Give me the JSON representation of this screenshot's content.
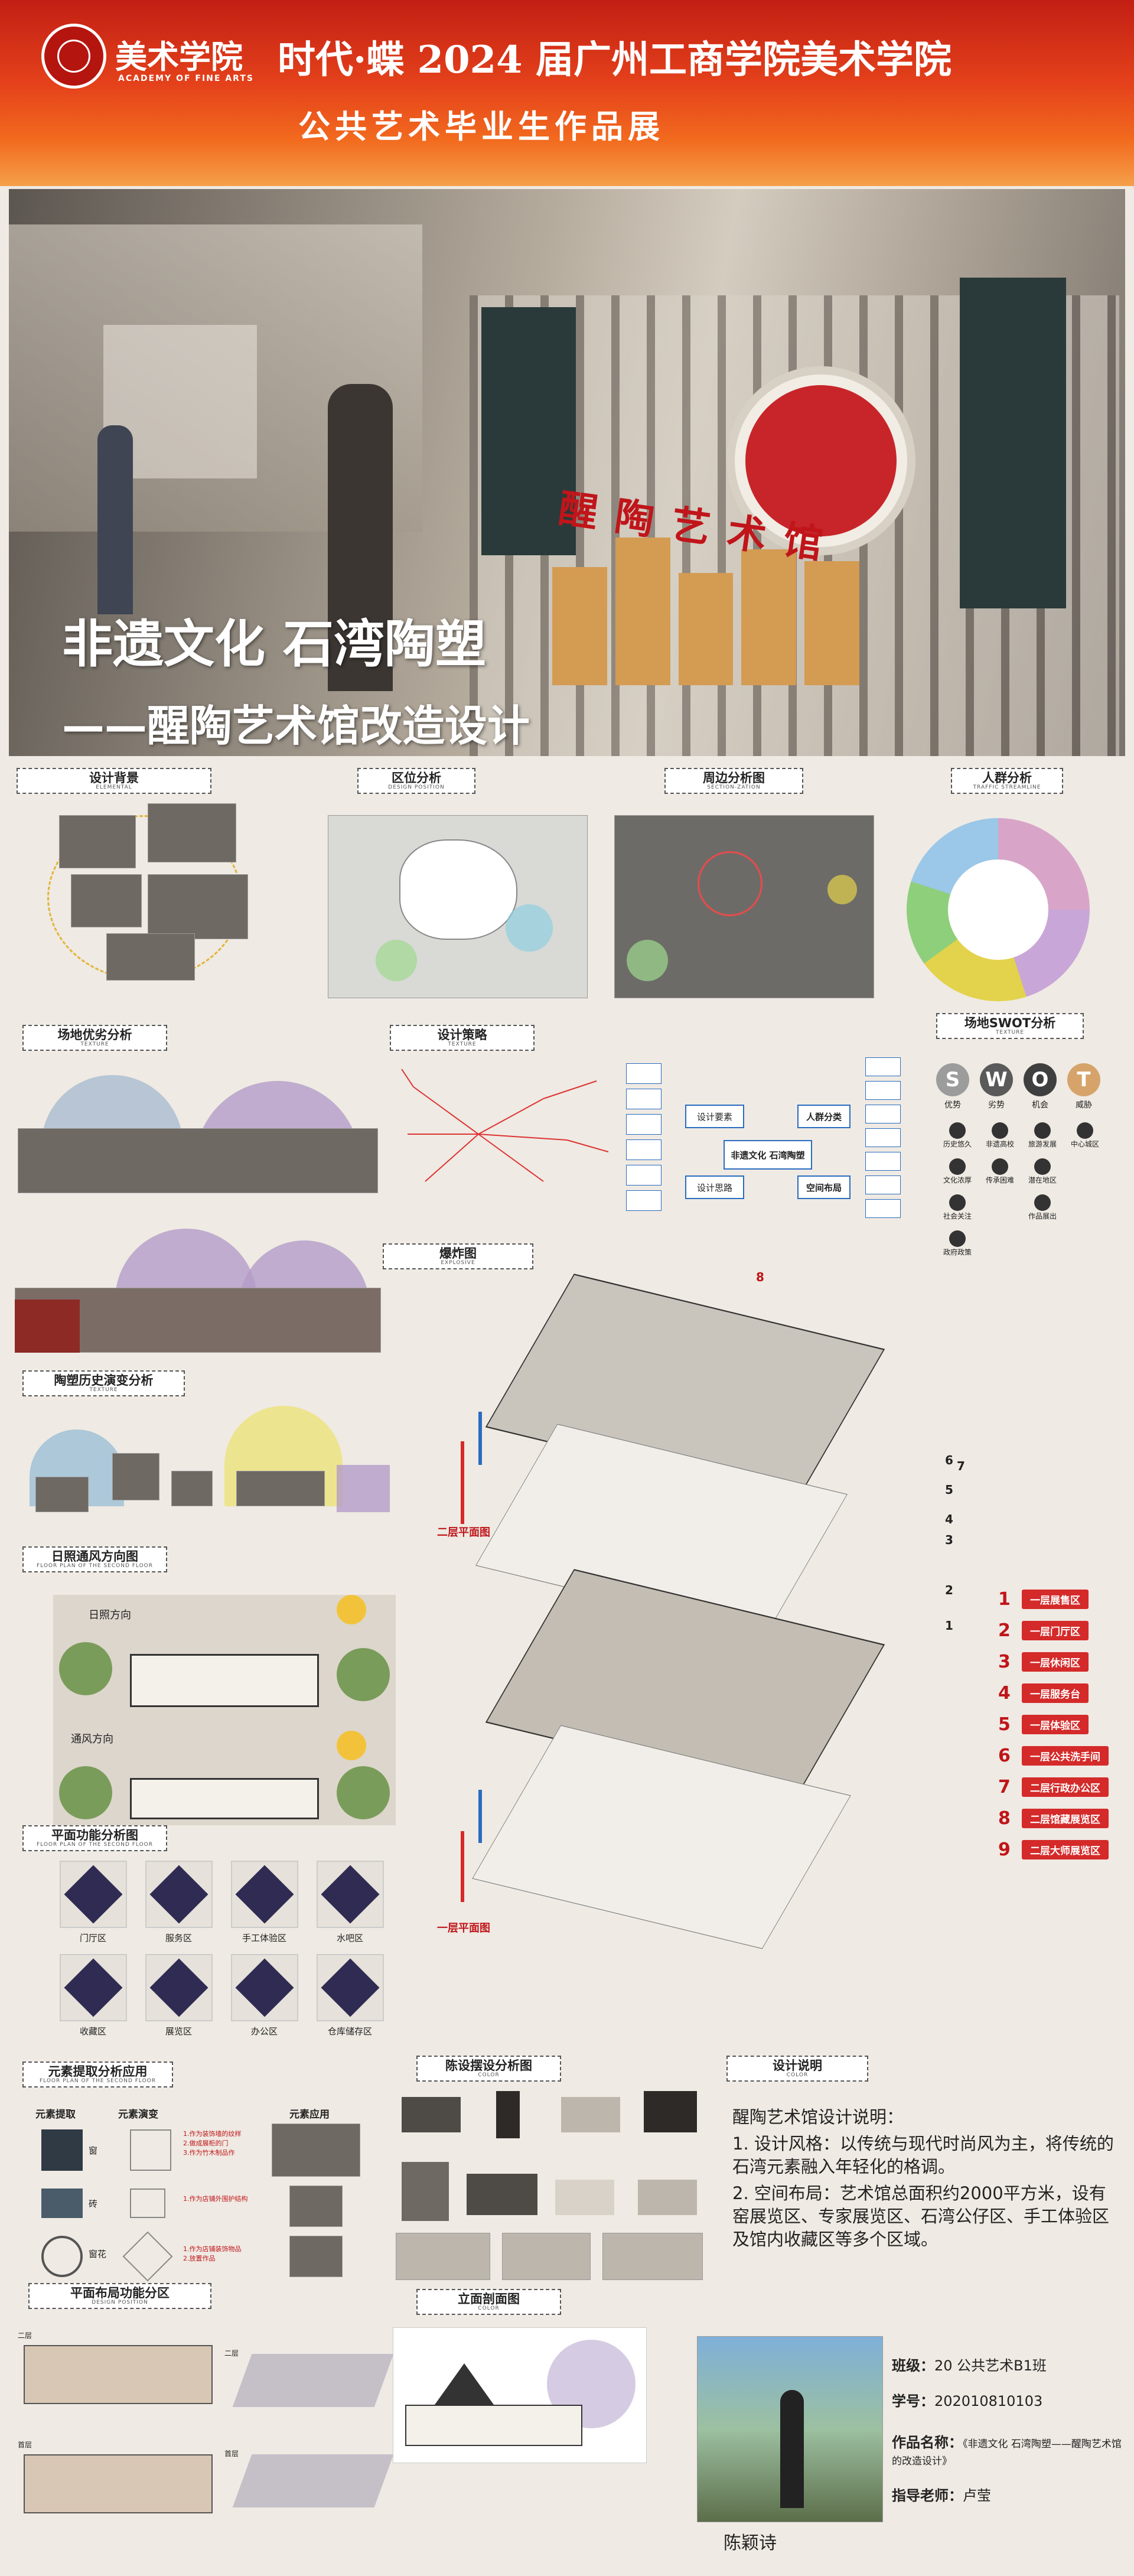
{
  "header": {
    "college_name": "美术学院",
    "college_name_en": "ACADEMY OF FINE ARTS",
    "line1": "时代·蝶 2024 届广州工商学院美术学院",
    "line2": "公共艺术毕业生作品展"
  },
  "hero": {
    "title": "非遗文化 石湾陶塑",
    "subtitle": "——醒陶艺术馆改造设计",
    "sign_text": "醒陶艺术馆"
  },
  "sections": {
    "background": {
      "zh": "设计背景",
      "en": "ELEMENTAL"
    },
    "location": {
      "zh": "区位分析",
      "en": "DESIGN POSITION"
    },
    "surround": {
      "zh": "周边分析图",
      "en": "SECTION-ZATION"
    },
    "crowd": {
      "zh": "人群分析",
      "en": "TRAFFIC STREAMLINE"
    },
    "site": {
      "zh": "场地优劣分析",
      "en": "TEXTURE"
    },
    "strategy": {
      "zh": "设计策略",
      "en": "TEXTURE"
    },
    "swot": {
      "zh": "场地SWOT分析",
      "en": "TEXTURE"
    },
    "explode": {
      "zh": "爆炸图",
      "en": "EXPLOSIVE"
    },
    "history": {
      "zh": "陶塑历史演变分析",
      "en": "TEXTURE"
    },
    "sun": {
      "zh": "日照通风方向图",
      "en": "FLOOR PLAN OF THE SECOND FLOOR"
    },
    "plan_func": {
      "zh": "平面功能分析图",
      "en": "FLOOR PLAN OF THE SECOND FLOOR"
    },
    "elements": {
      "zh": "元素提取分析应用",
      "en": "FLOOR PLAN OF THE SECOND FLOOR"
    },
    "display": {
      "zh": "陈设摆设分析图",
      "en": "COLOR"
    },
    "design_desc": {
      "zh": "设计说明",
      "en": "COLOR"
    },
    "layout": {
      "zh": "平面布局功能分区",
      "en": "DESIGN POSITION"
    },
    "elevation": {
      "zh": "立面剖面图",
      "en": "COLOR"
    }
  },
  "sun": {
    "sunlight": "日照方向",
    "wind": "通风方向"
  },
  "strategy_center": "非遗文化 石湾陶塑",
  "strategy_nodes": [
    "设计要素",
    "设计思路",
    "人群分类",
    "空间布局"
  ],
  "swot": {
    "letters": [
      "S",
      "W",
      "O",
      "T"
    ],
    "labels": [
      "优势",
      "劣势",
      "机会",
      "威胁"
    ],
    "colors": [
      "#9c9c9c",
      "#5a5a5a",
      "#3f3f3f",
      "#d6a46a"
    ],
    "items": [
      "历史悠久",
      "非遗高校",
      "旅游发展",
      "中心城区",
      "文化浓厚",
      "传承困难",
      "潜在地区",
      "社会关注",
      "作品展出",
      "政府政策"
    ]
  },
  "explode": {
    "floor2": "二层平面图",
    "floor1": "一层平面图",
    "nums": [
      "8",
      "7",
      "6",
      "5",
      "4",
      "3",
      "2",
      "1"
    ]
  },
  "legend": [
    {
      "n": "1",
      "label": "一层展售区"
    },
    {
      "n": "2",
      "label": "一层门厅区"
    },
    {
      "n": "3",
      "label": "一层休闲区"
    },
    {
      "n": "4",
      "label": "一层服务台"
    },
    {
      "n": "5",
      "label": "一层体验区"
    },
    {
      "n": "6",
      "label": "一层公共洗手间"
    },
    {
      "n": "7",
      "label": "二层行政办公区"
    },
    {
      "n": "8",
      "label": "二层馆藏展览区"
    },
    {
      "n": "9",
      "label": "二层大师展览区"
    }
  ],
  "func_tiles": [
    "门厅区",
    "服务区",
    "手工体验区",
    "水吧区",
    "收藏区",
    "展览区",
    "办公区",
    "仓库储存区"
  ],
  "elements": {
    "headers": [
      "元素提取",
      "元素演变",
      "元素应用"
    ],
    "rows": [
      {
        "name": "窗",
        "uses": [
          "1.作为装饰墙的纹样",
          "2.做成展柜的门",
          "3.作为竹木制品作"
        ]
      },
      {
        "name": "砖",
        "uses": [
          "1.作为店铺外围护结构"
        ]
      },
      {
        "name": "窗花",
        "uses": [
          "1.作为店铺装饰物品",
          "2.放置作品"
        ]
      }
    ]
  },
  "layout_labels": {
    "floor2": "二层",
    "floor1": "首层"
  },
  "description": {
    "title": "醒陶艺术馆设计说明：",
    "p1": "1. 设计风格：以传统与现代时尚风为主，将传统的石湾元素融入年轻化的格调。",
    "p2": "2. 空间布局：艺术馆总面积约2000平方米，设有窑展览区、专家展览区、石湾公仔区、手工体验区及馆内收藏区等多个区域。"
  },
  "student": {
    "class_label": "班级：",
    "class": "20 公共艺术B1班",
    "id_label": "学号：",
    "id": "202010810103",
    "work_label": "作品名称：",
    "work": "《非遗文化 石湾陶塑——醒陶艺术馆的改造设计》",
    "teacher_label": "指导老师：",
    "teacher": "卢莹",
    "name": "陈颖诗"
  }
}
